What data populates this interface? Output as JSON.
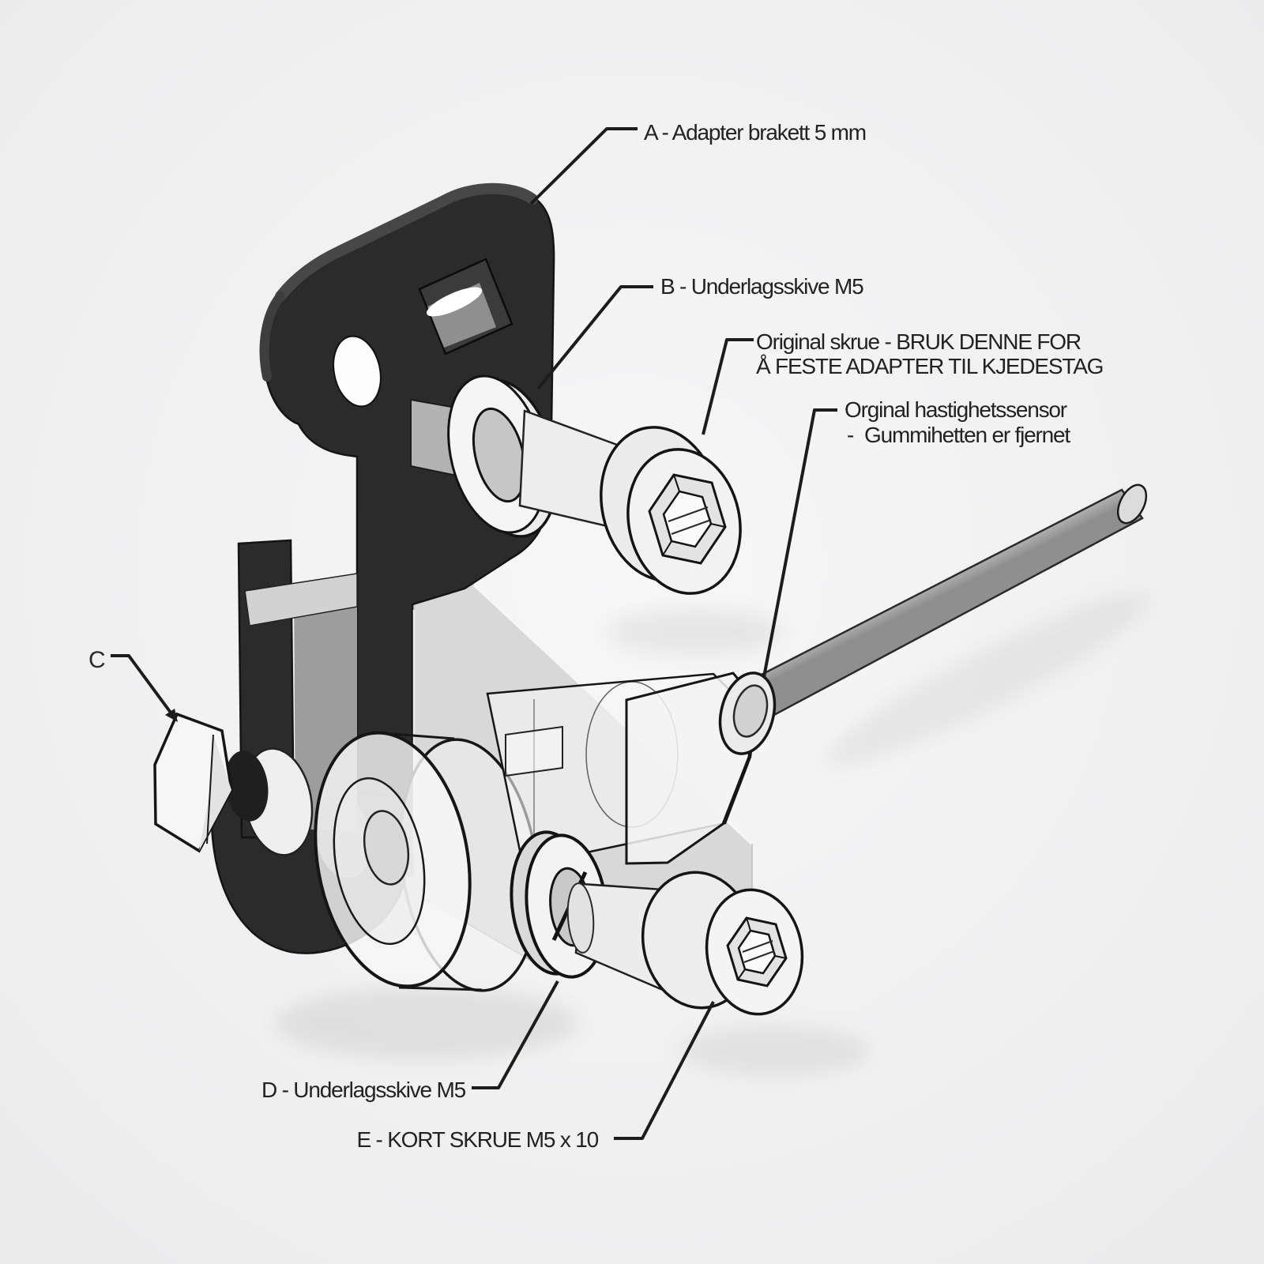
{
  "diagram": {
    "labels": {
      "a": "A - Adapter brakett 5 mm",
      "b": "B - Underlagsskive M5",
      "original_screw_line1": "Original skrue - BRUK DENNE FOR",
      "original_screw_line2": "Å FESTE ADAPTER TIL KJEDESTAG",
      "sensor_line1": "Orginal hastighetssensor",
      "sensor_dash": "-",
      "sensor_line2": "Gummihetten er fjernet",
      "c": "C",
      "d": "D - Underlagsskive M5",
      "e": "E - KORT SKRUE M5 x 10"
    },
    "colors": {
      "background": "#f2f2f3",
      "ink": "#1c1c1c",
      "bracket": "#2b2b2b",
      "metal_light": "#f2f2f2",
      "metal_mid": "#c9c9c9",
      "rod": "#b9b9b9"
    }
  }
}
